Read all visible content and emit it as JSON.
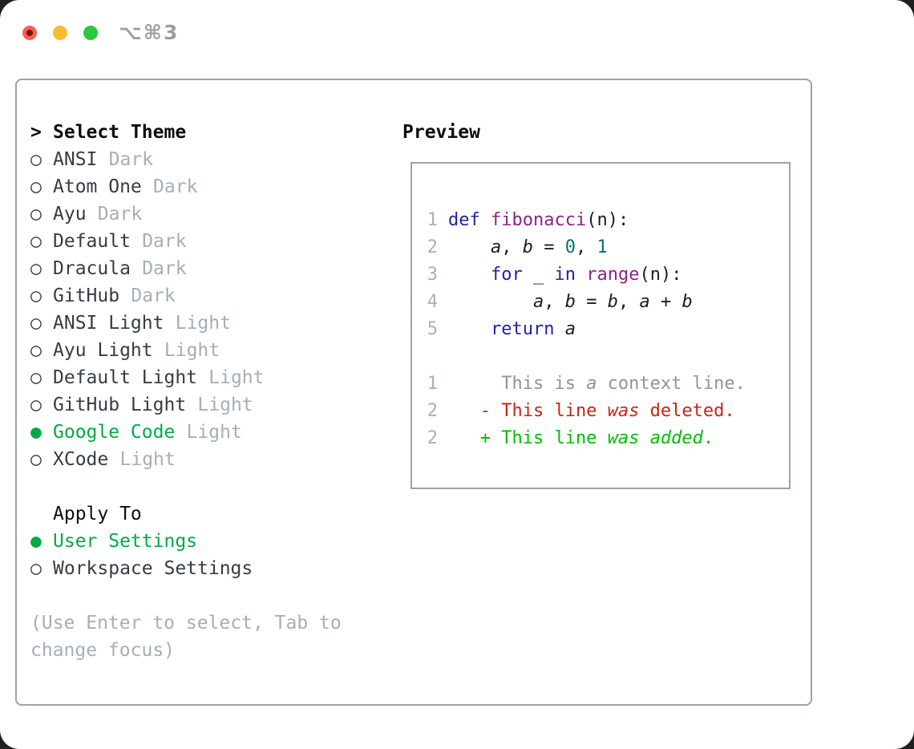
{
  "titlebar": {
    "shortcut": "⌥⌘3",
    "buttons": [
      "close",
      "minimize",
      "zoom"
    ]
  },
  "glyphs": {
    "focus_arrow": ">",
    "selected_radio": "●",
    "unselected_radio": "○"
  },
  "theme_panel": {
    "title": "Select Theme",
    "themes": [
      {
        "name": "ANSI",
        "variant": "Dark",
        "selected": false
      },
      {
        "name": "Atom One",
        "variant": "Dark",
        "selected": false
      },
      {
        "name": "Ayu",
        "variant": "Dark",
        "selected": false
      },
      {
        "name": "Default",
        "variant": "Dark",
        "selected": false
      },
      {
        "name": "Dracula",
        "variant": "Dark",
        "selected": false
      },
      {
        "name": "GitHub",
        "variant": "Dark",
        "selected": false
      },
      {
        "name": "ANSI Light",
        "variant": "Light",
        "selected": false
      },
      {
        "name": "Ayu Light",
        "variant": "Light",
        "selected": false
      },
      {
        "name": "Default Light",
        "variant": "Light",
        "selected": false
      },
      {
        "name": "GitHub Light",
        "variant": "Light",
        "selected": false
      },
      {
        "name": "Google Code",
        "variant": "Light",
        "selected": true
      },
      {
        "name": "XCode",
        "variant": "Light",
        "selected": false
      }
    ],
    "apply_to": {
      "title": "Apply To",
      "options": [
        {
          "label": "User Settings",
          "selected": true
        },
        {
          "label": "Workspace Settings",
          "selected": false
        }
      ]
    },
    "help": "(Use Enter to select, Tab to change focus)"
  },
  "preview": {
    "title": "Preview",
    "code_lines": [
      {
        "num": "1",
        "segments": [
          {
            "t": "def",
            "c": "kw"
          },
          {
            "t": " ",
            "c": "pln"
          },
          {
            "t": "fibonacci",
            "c": "fn"
          },
          {
            "t": "(n):",
            "c": "pln"
          }
        ]
      },
      {
        "num": "2",
        "segments": [
          {
            "t": "    ",
            "c": "pln"
          },
          {
            "t": "a",
            "c": "var"
          },
          {
            "t": ", ",
            "c": "pln"
          },
          {
            "t": "b",
            "c": "var"
          },
          {
            "t": " = ",
            "c": "pln"
          },
          {
            "t": "0",
            "c": "num"
          },
          {
            "t": ", ",
            "c": "pln"
          },
          {
            "t": "1",
            "c": "num"
          }
        ]
      },
      {
        "num": "3",
        "segments": [
          {
            "t": "    ",
            "c": "pln"
          },
          {
            "t": "for",
            "c": "kw"
          },
          {
            "t": " _ ",
            "c": "pln"
          },
          {
            "t": "in",
            "c": "kw"
          },
          {
            "t": " ",
            "c": "pln"
          },
          {
            "t": "range",
            "c": "fn"
          },
          {
            "t": "(n):",
            "c": "pln"
          }
        ]
      },
      {
        "num": "4",
        "segments": [
          {
            "t": "        ",
            "c": "pln"
          },
          {
            "t": "a",
            "c": "var"
          },
          {
            "t": ", ",
            "c": "pln"
          },
          {
            "t": "b",
            "c": "var"
          },
          {
            "t": " = ",
            "c": "pln"
          },
          {
            "t": "b",
            "c": "var"
          },
          {
            "t": ", ",
            "c": "pln"
          },
          {
            "t": "a",
            "c": "var"
          },
          {
            "t": " + ",
            "c": "pln"
          },
          {
            "t": "b",
            "c": "var"
          }
        ]
      },
      {
        "num": "5",
        "segments": [
          {
            "t": "    ",
            "c": "pln"
          },
          {
            "t": "return",
            "c": "kw"
          },
          {
            "t": " ",
            "c": "pln"
          },
          {
            "t": "a",
            "c": "var"
          }
        ]
      }
    ],
    "diff_lines": [
      {
        "num": "1",
        "segments": [
          {
            "t": "     This is ",
            "c": "ctx"
          },
          {
            "t": "a",
            "c": "ctx i"
          },
          {
            "t": " context line.",
            "c": "ctx"
          }
        ]
      },
      {
        "num": "2",
        "segments": [
          {
            "t": "   - This line ",
            "c": "del"
          },
          {
            "t": "was",
            "c": "del i"
          },
          {
            "t": " deleted.",
            "c": "del"
          }
        ]
      },
      {
        "num": "2",
        "segments": [
          {
            "t": "   + This line ",
            "c": "add"
          },
          {
            "t": "was",
            "c": "add i"
          },
          {
            "t": " ",
            "c": "add"
          },
          {
            "t": "added",
            "c": "add i"
          },
          {
            "t": ".",
            "c": "add"
          }
        ]
      }
    ]
  },
  "colors": {
    "accent_green": "#00ab45",
    "diff_add_green": "#00bd00",
    "diff_del_red": "#cb2317",
    "context_gray": "#8d949c",
    "muted_gray": "#a6aeb8",
    "text_dark": "#363c44",
    "heading_black": "#0b0d10",
    "keyword_blue": "#2222aa",
    "function_purple": "#8d218d",
    "literal_teal": "#0e6e6e",
    "line_number_gray": "#a8b1bb",
    "panel_border": "#9aa3ad",
    "shortcut_gray": "#9b9ea3",
    "traffic_red": "#f75f54",
    "traffic_red_dot": "#7c150d",
    "traffic_yellow": "#fdbc2e",
    "traffic_green": "#2bc840"
  }
}
